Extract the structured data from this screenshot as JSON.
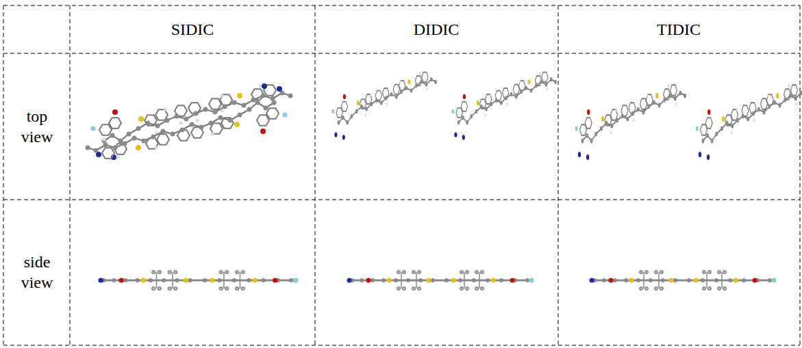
{
  "diagram": {
    "labels": [
      "SIDIC",
      "DIDIC",
      "TIDIC",
      "top view",
      "side view"
    ]
  }
}
